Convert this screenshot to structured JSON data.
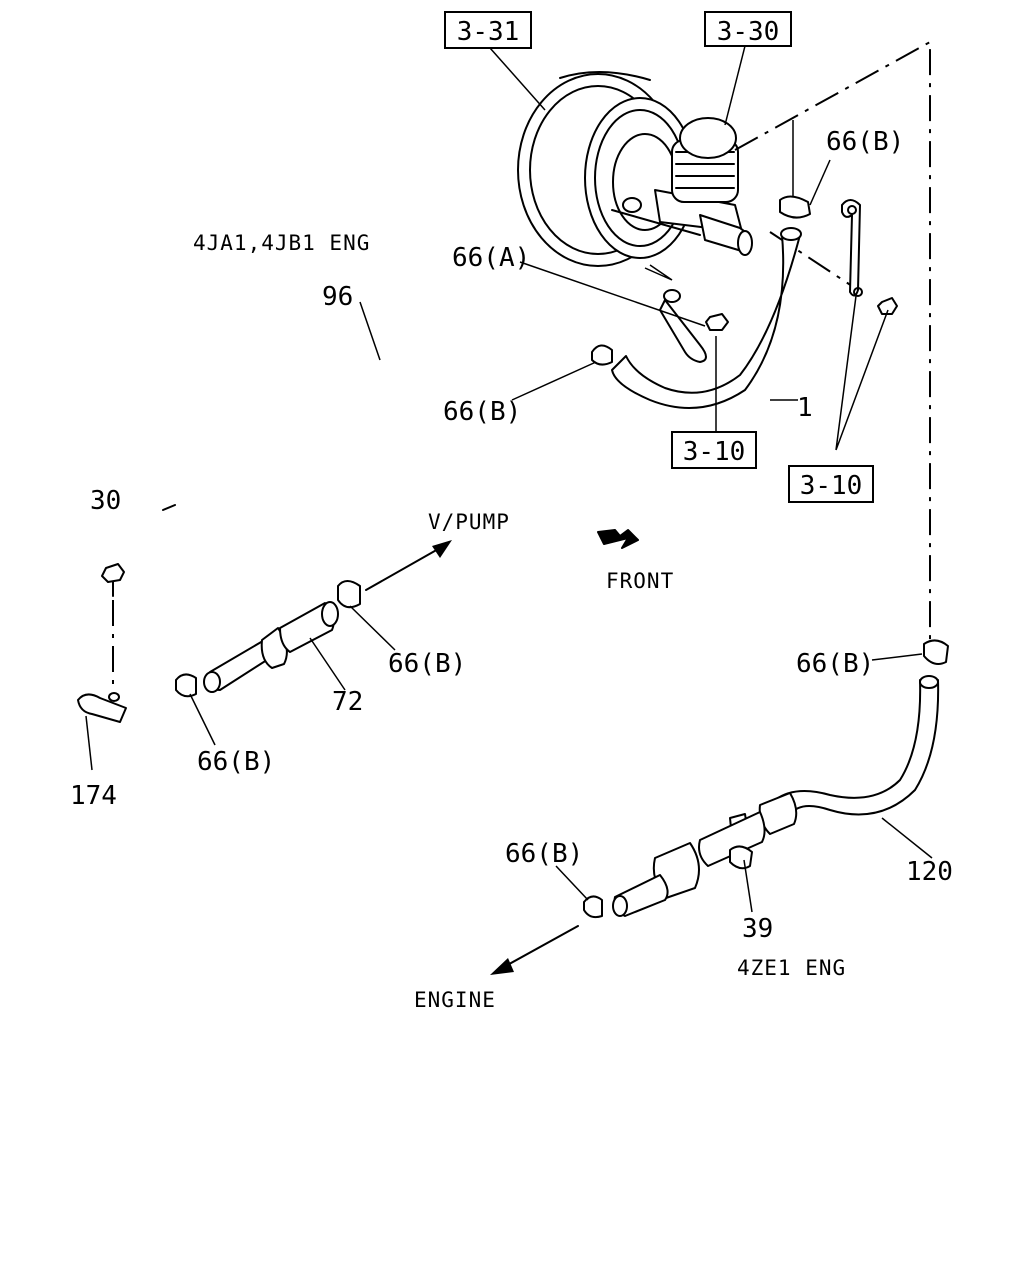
{
  "refs": {
    "r331": "3-31",
    "r330": "3-30",
    "r310a": "3-10",
    "r310b": "3-10"
  },
  "labels": {
    "p66b_top": "66(B)",
    "p66a": "66(A)",
    "p66b_mid": "66(B)",
    "p1": "1",
    "p96": "96",
    "p30": "30",
    "p66b_pipe": "66(B)",
    "p72": "72",
    "p66b_bend": "66(B)",
    "p174": "174",
    "p66b_right": "66(B)",
    "p120": "120",
    "p66b_bottom": "66(B)",
    "p39": "39"
  },
  "notes": {
    "engine_4ja1": "4JA1,4JB1 ENG",
    "v_pump": "V/PUMP",
    "front": "FRONT",
    "engine_4ze1": "4ZE1 ENG",
    "engine": "ENGINE"
  },
  "icons": [
    "front-arrow-icon",
    "bolt-icon",
    "clamp-icon",
    "nut-icon"
  ]
}
